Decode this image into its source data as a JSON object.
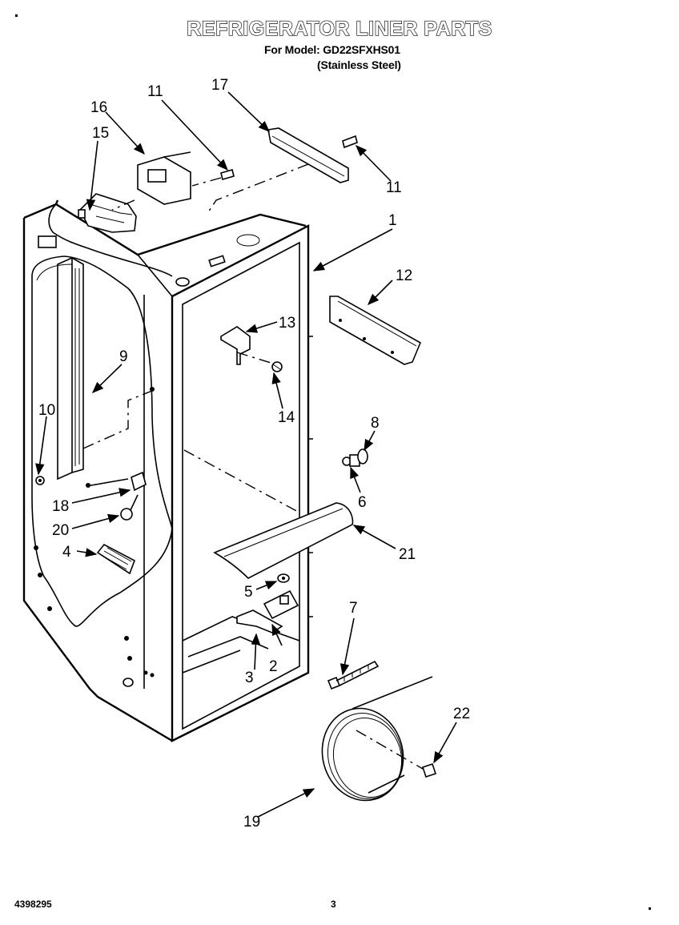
{
  "header": {
    "title": "REFRIGERATOR LINER PARTS",
    "model_line": "For Model: GD22SFXHS01",
    "variant_line": "(Stainless Steel)"
  },
  "footer": {
    "doc_number": "4398295",
    "page_number": "3"
  },
  "callouts": [
    {
      "id": "c1",
      "label": "1"
    },
    {
      "id": "c2",
      "label": "2"
    },
    {
      "id": "c3",
      "label": "3"
    },
    {
      "id": "c4",
      "label": "4"
    },
    {
      "id": "c5",
      "label": "5"
    },
    {
      "id": "c6",
      "label": "6"
    },
    {
      "id": "c7",
      "label": "7"
    },
    {
      "id": "c8",
      "label": "8"
    },
    {
      "id": "c9",
      "label": "9"
    },
    {
      "id": "c10",
      "label": "10"
    },
    {
      "id": "c11a",
      "label": "11"
    },
    {
      "id": "c11b",
      "label": "11"
    },
    {
      "id": "c12",
      "label": "12"
    },
    {
      "id": "c13",
      "label": "13"
    },
    {
      "id": "c14",
      "label": "14"
    },
    {
      "id": "c15",
      "label": "15"
    },
    {
      "id": "c16",
      "label": "16"
    },
    {
      "id": "c17",
      "label": "17"
    },
    {
      "id": "c18",
      "label": "18"
    },
    {
      "id": "c19",
      "label": "19"
    },
    {
      "id": "c20",
      "label": "20"
    },
    {
      "id": "c21",
      "label": "21"
    },
    {
      "id": "c22",
      "label": "22"
    }
  ]
}
